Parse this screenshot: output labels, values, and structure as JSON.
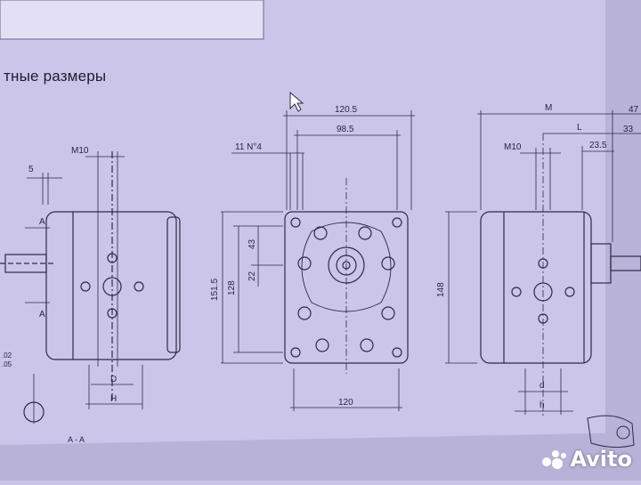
{
  "heading": "тные размеры",
  "labels": {
    "m10_left": "M10",
    "five": "5",
    "a_top": "A",
    "a_bottom": "A",
    "d_upper_left": "D",
    "h_upper_left": "H",
    "tol_1": ".02",
    "tol_2": ".05",
    "section": "A - A",
    "dim_1205": "120.5",
    "dim_985": "98.5",
    "thread": "11 N°4",
    "dim_1515": "151.5",
    "dim_128": "128",
    "dim_43": "43",
    "dim_22": "22",
    "dim_120": "120",
    "m_top": "M",
    "l_top": "L",
    "dim_47": "47",
    "dim_33": "33",
    "dim_235": "23.5",
    "m10_right": "M10",
    "dim_148": "148",
    "d_lower_right": "d",
    "h_lower_right": "h"
  },
  "watermark": {
    "text": "Avito"
  }
}
